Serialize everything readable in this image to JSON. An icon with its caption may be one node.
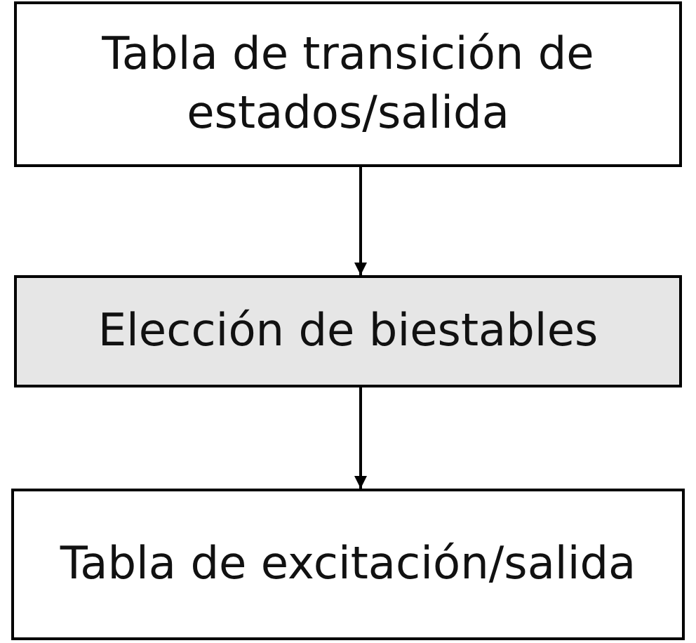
{
  "diagram": {
    "nodes": [
      {
        "text": [
          "Tabla de transición de estados/salida"
        ]
      },
      {
        "text": [
          "Elección de biestables"
        ]
      },
      {
        "text": [
          "Tabla de excitación/salida"
        ]
      }
    ],
    "edges": [
      {
        "from": 0,
        "to": 1,
        "arrow": "to"
      },
      {
        "from": 1,
        "to": 2,
        "arrow": "to"
      }
    ]
  }
}
